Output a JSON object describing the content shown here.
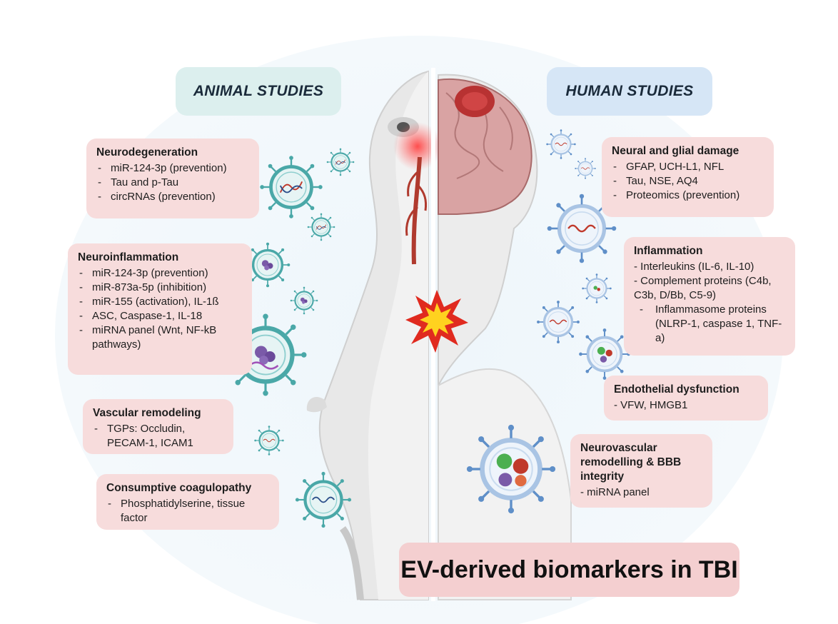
{
  "headers": {
    "animal": "ANIMAL STUDIES",
    "human": "HUMAN STUDIES"
  },
  "animal_boxes": [
    {
      "title": "Neurodegeneration",
      "items": [
        {
          "text": "miR-124-3p (prevention)",
          "style": "dash"
        },
        {
          "text": "Tau and p-Tau",
          "style": "dash"
        },
        {
          "text": "circRNAs (prevention)",
          "style": "dash"
        }
      ]
    },
    {
      "title": "Neuroinflammation",
      "items": [
        {
          "text": "miR-124-3p (prevention)",
          "style": "dash"
        },
        {
          "text": "miR-873a-5p (inhibition)",
          "style": "dash"
        },
        {
          "text": "miR-155 (activation), IL-1ß",
          "style": "dash"
        },
        {
          "text": "ASC, Caspase-1, IL-18",
          "style": "dash"
        },
        {
          "text": "miRNA panel (Wnt, NF-kB pathways)",
          "style": "dash"
        }
      ]
    },
    {
      "title": "Vascular remodeling",
      "items": [
        {
          "text": "TGPs: Occludin, PECAM-1, ICAM1",
          "style": "dash"
        }
      ]
    },
    {
      "title": "Consumptive coagulopathy",
      "items": [
        {
          "text": "Phosphatidylserine, tissue factor",
          "style": "dash"
        }
      ]
    }
  ],
  "human_boxes": [
    {
      "title": "Neural and glial damage",
      "items": [
        {
          "text": "GFAP, UCH-L1, NFL",
          "style": "dash"
        },
        {
          "text": "Tau, NSE, AQ4",
          "style": "dash"
        },
        {
          "text": "Proteomics (prevention)",
          "style": "dash"
        }
      ]
    },
    {
      "title": "Inflammation",
      "items": [
        {
          "text": "- Interleukins (IL-6, IL-10)",
          "style": "nodash"
        },
        {
          "text": "- Complement proteins (C4b, C3b, D/Bb, C5-9)",
          "style": "nodash"
        },
        {
          "text": "Inflammasome proteins (NLRP-1, caspase 1, TNF-a)",
          "style": "deep"
        }
      ]
    },
    {
      "title": "Endothelial dysfunction",
      "items": [
        {
          "text": "- VFW, HMGB1",
          "style": "nodash"
        }
      ]
    },
    {
      "title": "Neurovascular remodelling & BBB integrity",
      "items": [
        {
          "text": "- miRNA panel",
          "style": "nodash"
        }
      ]
    }
  ],
  "footer": "EV-derived biomarkers in TBI",
  "colors": {
    "box_fill": "#f7dcdc",
    "animal_header_fill": "#dcefee",
    "human_header_fill": "#d6e6f6",
    "footer_fill": "#f4cfd0",
    "vesicle_animal": "#4aa8a8",
    "vesicle_human": "#5f8fc8",
    "dna": "#c0392b"
  },
  "icons": [
    "extracellular-vesicle-icon",
    "dna-strand-icon",
    "protein-cluster-icon",
    "explosion-icon",
    "rat-head-icon",
    "human-head-icon",
    "brain-icon",
    "blood-vessel-icon"
  ]
}
